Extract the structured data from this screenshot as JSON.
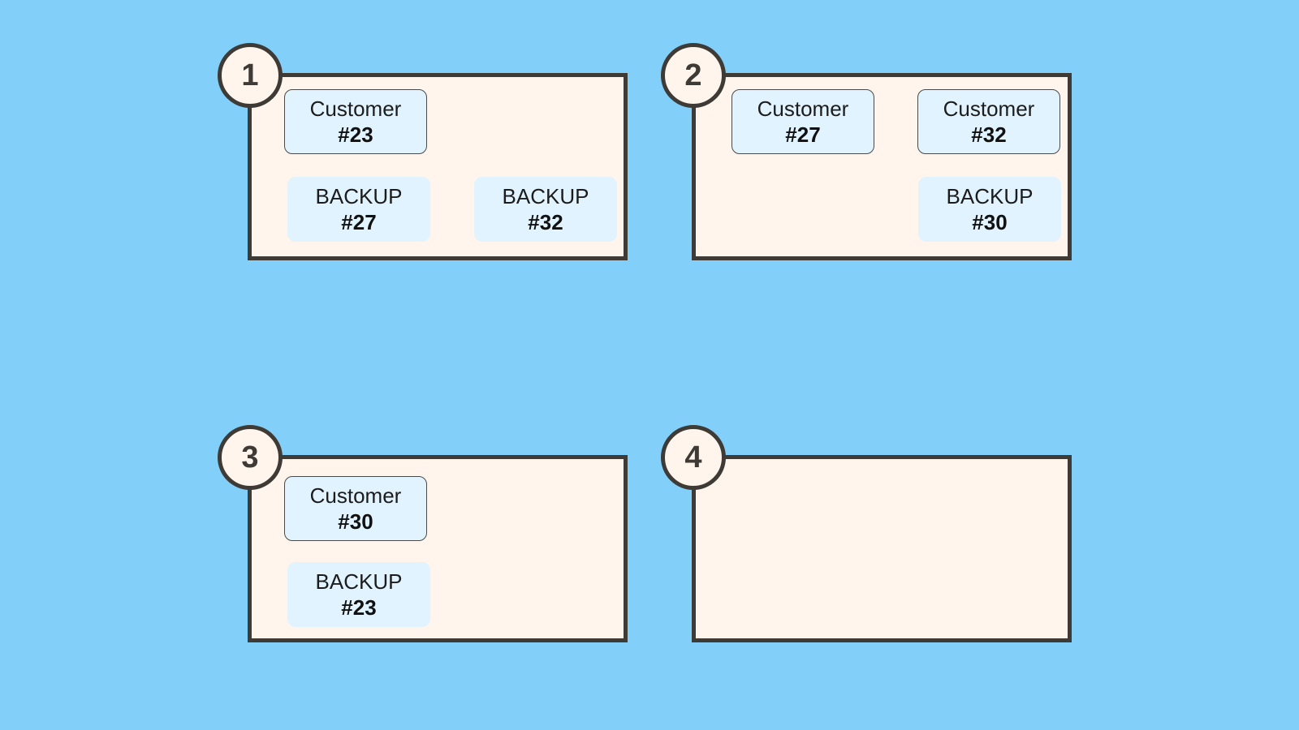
{
  "colors": {
    "background": "#82cffa",
    "panel_fill": "#fff5ec",
    "panel_border": "#3e3a35",
    "card_fill": "#e1f3fe"
  },
  "panels": [
    {
      "number": "1",
      "customers": [
        {
          "label": "Customer",
          "number": "#23"
        }
      ],
      "backups": [
        {
          "label": "BACKUP",
          "number": "#27"
        },
        {
          "label": "BACKUP",
          "number": "#32"
        }
      ]
    },
    {
      "number": "2",
      "customers": [
        {
          "label": "Customer",
          "number": "#27"
        },
        {
          "label": "Customer",
          "number": "#32"
        }
      ],
      "backups": [
        {
          "label": "BACKUP",
          "number": "#30"
        }
      ]
    },
    {
      "number": "3",
      "customers": [
        {
          "label": "Customer",
          "number": "#30"
        }
      ],
      "backups": [
        {
          "label": "BACKUP",
          "number": "#23"
        }
      ]
    },
    {
      "number": "4",
      "customers": [],
      "backups": []
    }
  ]
}
